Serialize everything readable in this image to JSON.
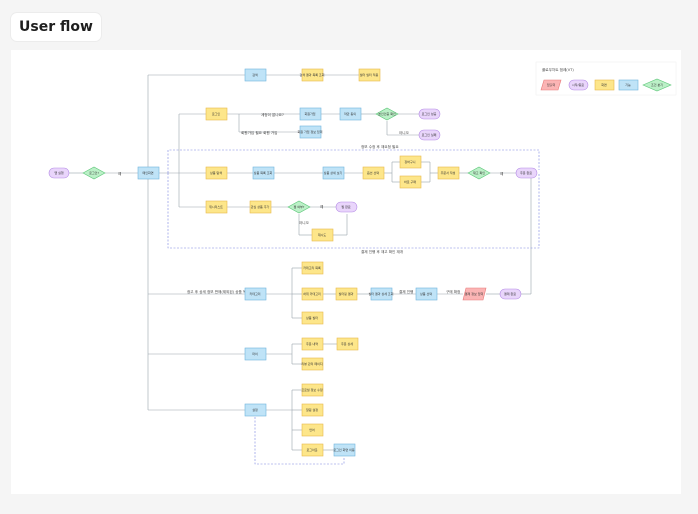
{
  "header": {
    "title": "User flow"
  },
  "legend": {
    "title": "플로우차트 범례(VT)",
    "items": [
      {
        "shape": "parallelogram",
        "label": "입출력"
      },
      {
        "shape": "terminal",
        "label": "시작/종료"
      },
      {
        "shape": "process",
        "label": "화면"
      },
      {
        "shape": "page",
        "label": "기능"
      },
      {
        "shape": "decision",
        "label": "조건 분기"
      }
    ]
  },
  "colors": {
    "process_fill": "#fde68a",
    "process_stroke": "#e7b94c",
    "page_fill": "#bfe3f7",
    "page_stroke": "#6fb4dd",
    "decision_fill": "#bbf0c7",
    "decision_stroke": "#5cc678",
    "terminal_fill": "#e9d5fb",
    "terminal_stroke": "#b58ce6",
    "io_fill": "#fbb4b4",
    "io_stroke": "#e87a7a",
    "connector": "#9aa3ad",
    "loop_dashed": "#7b86e0"
  },
  "flow": {
    "start": "앱 실행",
    "check_login": "로그인?",
    "main": "메인화면",
    "edge_labels": {
      "to_main": "예",
      "no_account": "계정이 없나요?",
      "has_account": "회원가입 필요 회원 가입",
      "back_to_start": "정보 수정 후 재요청 필요",
      "back_loop": "결제 진행 후 재고 확인 재개",
      "menu_note": "광고 후 상세 정보 판매(제외된) 상품 목록",
      "pay_note": "결제 진행",
      "confirm_note": "구매 확정",
      "yes": "예",
      "no": "아니오"
    },
    "nodes": {
      "search": "검색",
      "search_result": "검색 결과 목록 조회",
      "search_filter": "필터 필터 적용",
      "login": "로그인",
      "signup": "회원가입",
      "signup_form": "회원 가입 정보 입력",
      "terms": "약관 동의",
      "verify": "본인인증 확인",
      "verified": "인증 완료",
      "login_success": "로그인 성공",
      "login_fail": "로그인 실패",
      "browse": "상품 탐색",
      "product_list": "상품 목록 조회",
      "product_detail": "상품 상세 보기",
      "option_select": "옵션 선택",
      "cart": "장바구니",
      "buy_now": "바로 구매",
      "stock_check": "재고 확인",
      "order_form": "주문서 작성",
      "order_done": "주문 완료",
      "wishlist": "위시리스트",
      "wish_add": "관심 상품 추가",
      "wish_check": "찜 여부?",
      "wish_done": "찜 완료",
      "retry": "재시도",
      "category": "카테고리",
      "cat_a": "카테고리 목록",
      "cat_b": "하위 카테고리",
      "cat_c": "상품 필터",
      "cat_result": "필터링 결과",
      "cat_detail": "필터 결과 상세 조회",
      "cat_select": "상품 선택",
      "pay_info": "결제 정보 입력",
      "pay_end": "결제 완료",
      "my": "마이",
      "my_orders": "주문 내역",
      "my_detail": "주문 상세",
      "my_reviews": "리뷰 관리 페이지",
      "settings": "설정",
      "set_profile": "프로필 정보 수정",
      "set_alarm": "알림 설정",
      "set_lang": "언어",
      "set_logout": "로그아웃",
      "set_logout_done": "로그인 화면 이동"
    }
  }
}
